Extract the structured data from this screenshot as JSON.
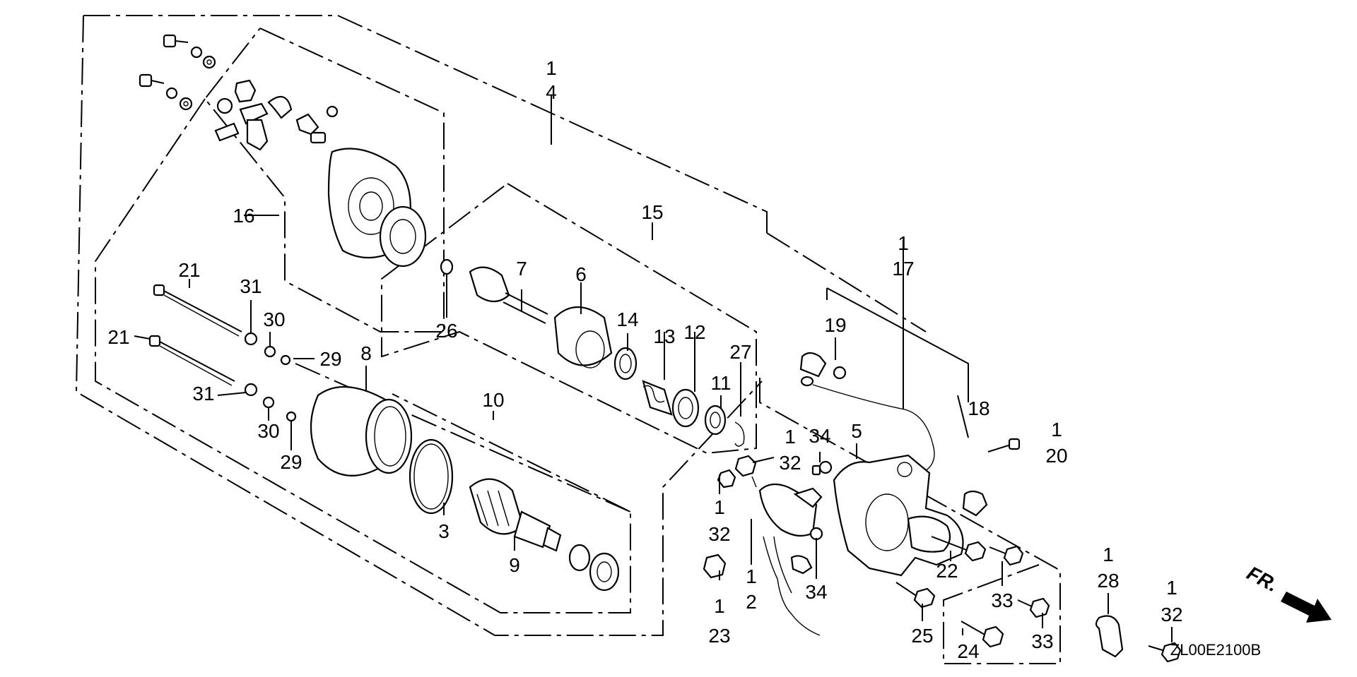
{
  "diagram": {
    "code": "ZL00E2100B",
    "fr_mark": "FR.",
    "callouts": [
      {
        "id": "c1a",
        "text": "1"
      },
      {
        "id": "c4",
        "text": "4"
      },
      {
        "id": "c16",
        "text": "16"
      },
      {
        "id": "c15",
        "text": "15"
      },
      {
        "id": "c7",
        "text": "7"
      },
      {
        "id": "c6",
        "text": "6"
      },
      {
        "id": "c26",
        "text": "26"
      },
      {
        "id": "c21a",
        "text": "21"
      },
      {
        "id": "c21b",
        "text": "21"
      },
      {
        "id": "c31a",
        "text": "31"
      },
      {
        "id": "c31b",
        "text": "31"
      },
      {
        "id": "c30a",
        "text": "30"
      },
      {
        "id": "c30b",
        "text": "30"
      },
      {
        "id": "c29a",
        "text": "29"
      },
      {
        "id": "c29b",
        "text": "29"
      },
      {
        "id": "c8",
        "text": "8"
      },
      {
        "id": "c14",
        "text": "14"
      },
      {
        "id": "c13",
        "text": "13"
      },
      {
        "id": "c12",
        "text": "12"
      },
      {
        "id": "c11",
        "text": "11"
      },
      {
        "id": "c27",
        "text": "27"
      },
      {
        "id": "c10",
        "text": "10"
      },
      {
        "id": "c3",
        "text": "3"
      },
      {
        "id": "c9",
        "text": "9"
      },
      {
        "id": "c1b",
        "text": "1"
      },
      {
        "id": "c17",
        "text": "17"
      },
      {
        "id": "c19",
        "text": "19"
      },
      {
        "id": "c18",
        "text": "18"
      },
      {
        "id": "c1c",
        "text": "1"
      },
      {
        "id": "c20",
        "text": "20"
      },
      {
        "id": "c34a",
        "text": "34"
      },
      {
        "id": "c5",
        "text": "5"
      },
      {
        "id": "c1d",
        "text": "1"
      },
      {
        "id": "c32a",
        "text": "32"
      },
      {
        "id": "c1e",
        "text": "1"
      },
      {
        "id": "c32b",
        "text": "32"
      },
      {
        "id": "c1f",
        "text": "1"
      },
      {
        "id": "c2",
        "text": "2"
      },
      {
        "id": "c34b",
        "text": "34"
      },
      {
        "id": "c1g",
        "text": "1"
      },
      {
        "id": "c23",
        "text": "23"
      },
      {
        "id": "c22",
        "text": "22"
      },
      {
        "id": "c33a",
        "text": "33"
      },
      {
        "id": "c33b",
        "text": "33"
      },
      {
        "id": "c25",
        "text": "25"
      },
      {
        "id": "c24",
        "text": "24"
      },
      {
        "id": "c1h",
        "text": "1"
      },
      {
        "id": "c28",
        "text": "28"
      },
      {
        "id": "c1i",
        "text": "1"
      },
      {
        "id": "c32c",
        "text": "32"
      }
    ]
  }
}
